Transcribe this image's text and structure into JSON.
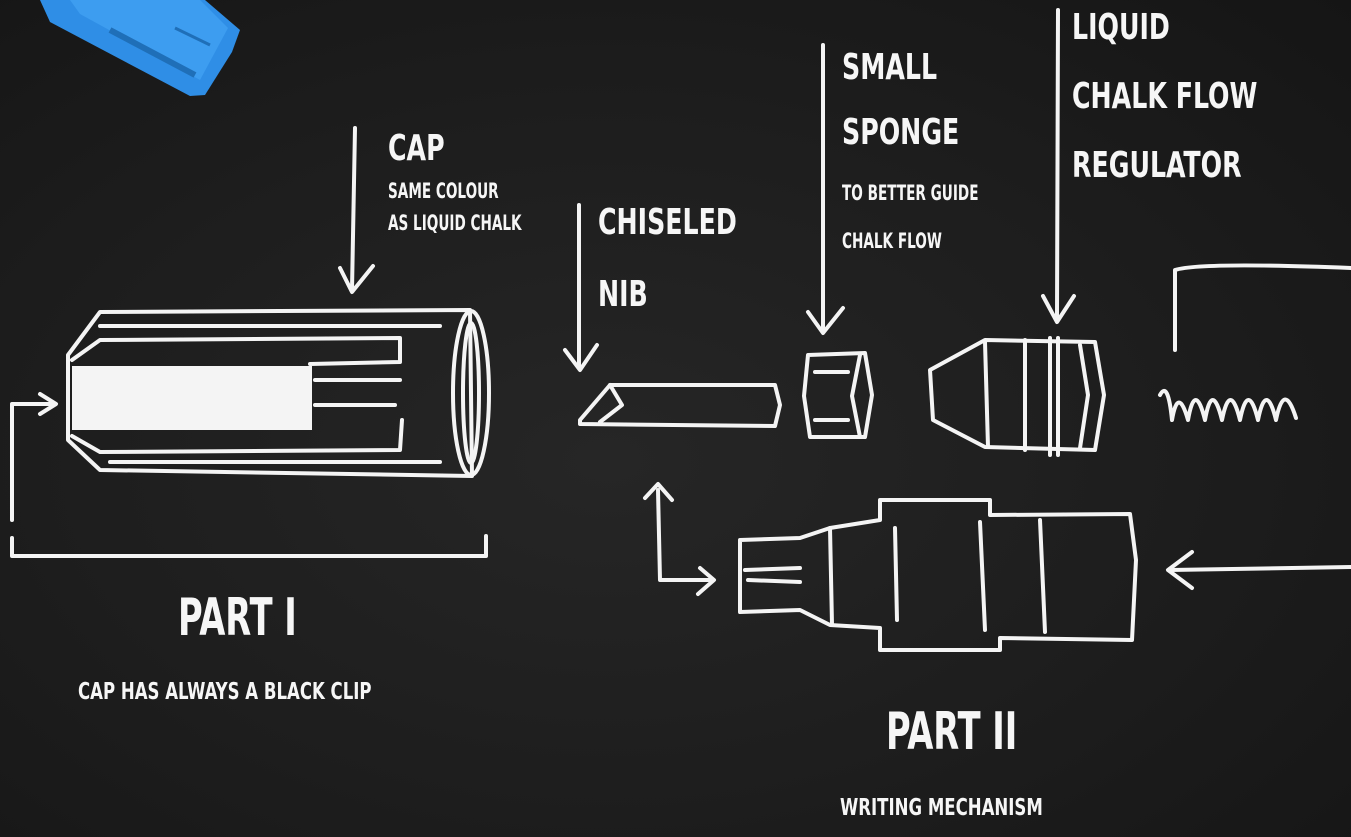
{
  "labels": {
    "cap_title": "CAP",
    "cap_desc_1": "SAME COLOUR",
    "cap_desc_2": "AS LIQUID CHALK",
    "nib_1": "CHISELED",
    "nib_2": "NIB",
    "sponge_1": "SMALL",
    "sponge_2": "SPONGE",
    "sponge_desc_1": "TO BETTER GUIDE",
    "sponge_desc_2": "CHALK FLOW",
    "reg_1": "LIQUID",
    "reg_2": "CHALK FLOW",
    "reg_3": "REGULATOR",
    "part1": "PART I",
    "part1_desc": "CAP HAS ALWAYS A BLACK CLIP",
    "part2": "PART II",
    "part2_desc": "WRITING MECHANISM"
  },
  "colors": {
    "background": "#1c1c1c",
    "chalk": "#f6f6f6",
    "marker_blue": "#2f8ee6"
  }
}
